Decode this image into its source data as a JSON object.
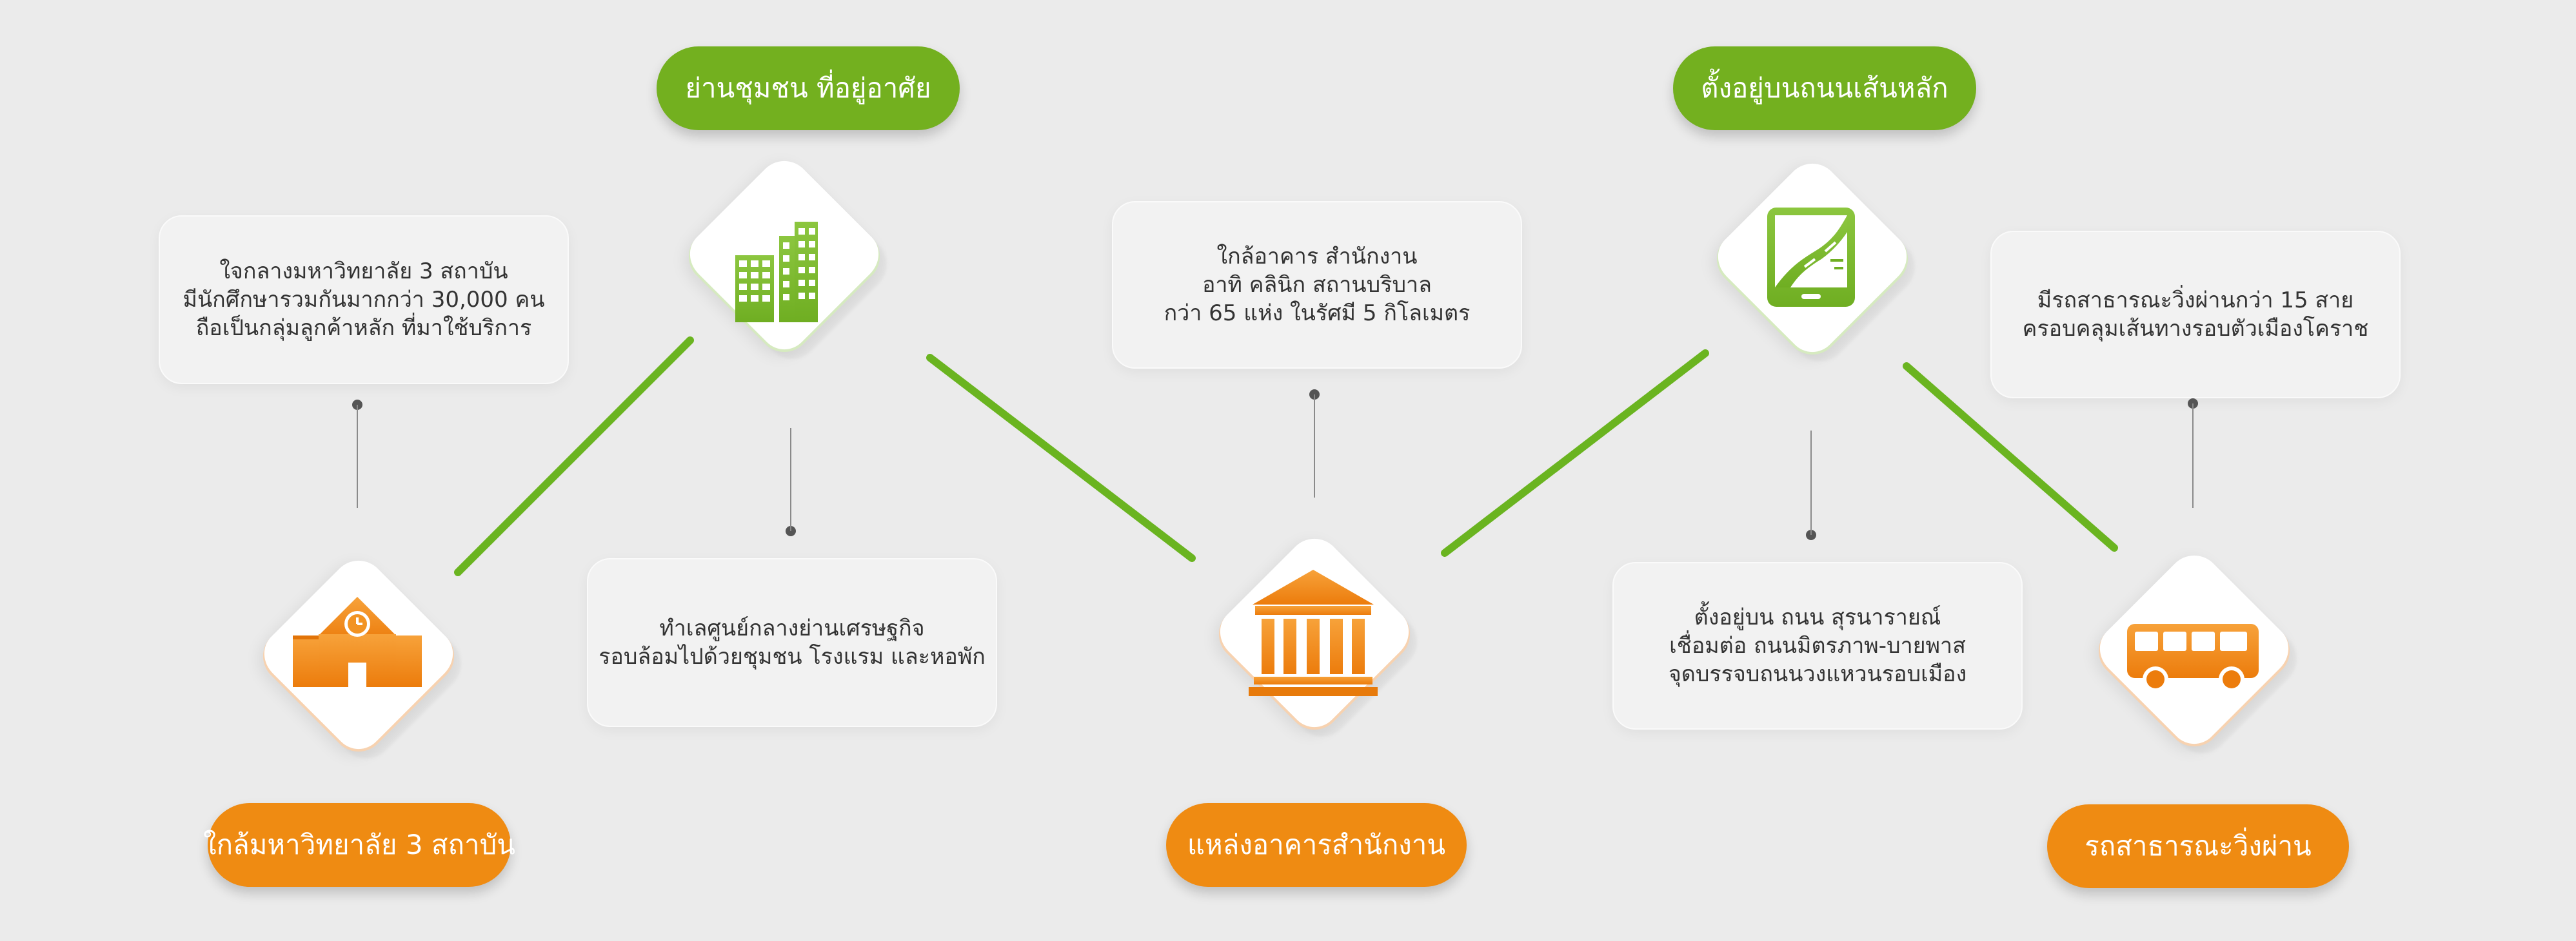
{
  "top_labels": {
    "community": "ย่านชุมชน ที่อยู่อาศัย",
    "main_road": "ตั้งอยู่บนถนนเส้นหลัก"
  },
  "bottom_labels": {
    "universities": "ใกล้มหาวิทยาลัย 3 สถาบัน",
    "offices": "แหล่งอาคารสำนักงาน",
    "transit": "รถสาธารณะวิ่งผ่าน"
  },
  "cards": {
    "universities": [
      "ใจกลางมหาวิทยาลัย 3 สถาบัน",
      "มีนักศึกษารวมกันมากกว่า 30,000 คน",
      "ถือเป็นกลุ่มลูกค้าหลัก ที่มาใช้บริการ"
    ],
    "community": [
      "ทำเลศูนย์กลางย่านเศรษฐกิจ",
      "รอบล้อมไปด้วยชุมชน โรงแรม และหอพัก"
    ],
    "offices": [
      "ใกล้อาคาร สำนักงาน",
      "อาทิ คลินิก สถานบริบาล",
      "กว่า 65 แห่ง ในรัศมี 5 กิโลเมตร"
    ],
    "main_road": [
      "ตั้งอยู่บน ถนน สุรนารายณ์",
      "เชื่อมต่อ ถนนมิตรภาพ-บายพาส",
      "จุดบรรจบถนนวงแหวนรอบเมือง"
    ],
    "transit": [
      "มีรถสาธารณะวิ่งผ่านกว่า 15 สาย",
      "ครอบคลุมเส้นทางรอบตัวเมืองโคราช"
    ]
  },
  "icons": [
    "school-icon",
    "buildings-icon",
    "government-building-icon",
    "road-map-icon",
    "bus-icon"
  ],
  "colors": {
    "green": "#73b01f",
    "orange": "#ef8b12",
    "background": "#ebebeb"
  }
}
